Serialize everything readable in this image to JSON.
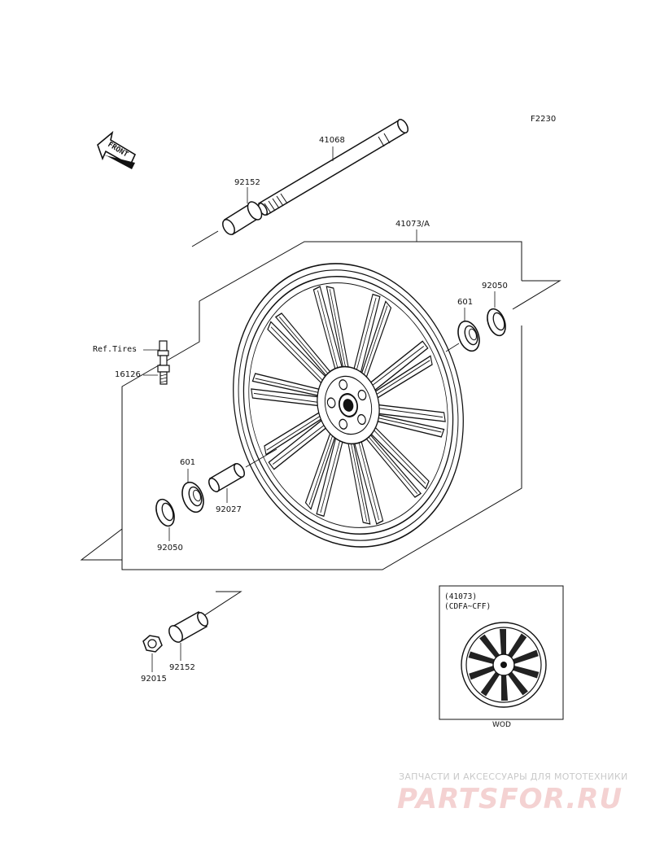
{
  "diagram_code": "F2230",
  "front_arrow_label": "FRONT",
  "labels": {
    "axle": "41068",
    "collar_upper": "92152",
    "wheel": "41073/A",
    "seal_right": "92050",
    "bearing_right": "601",
    "ref_tires": "Ref.Tires",
    "valve": "16126",
    "bearing_left": "601",
    "spacer": "92027",
    "seal_left": "92050",
    "nut": "92015",
    "collar_lower": "92152"
  },
  "inset": {
    "line1": "(41073)",
    "line2": "(CDFA~CFF)",
    "caption": "WOD"
  },
  "watermark": {
    "tagline": "ЗАПЧАСТИ И АКСЕССУАРЫ ДЛЯ МОТОТЕХНИКИ",
    "logo": "PARTSFOR.RU"
  }
}
